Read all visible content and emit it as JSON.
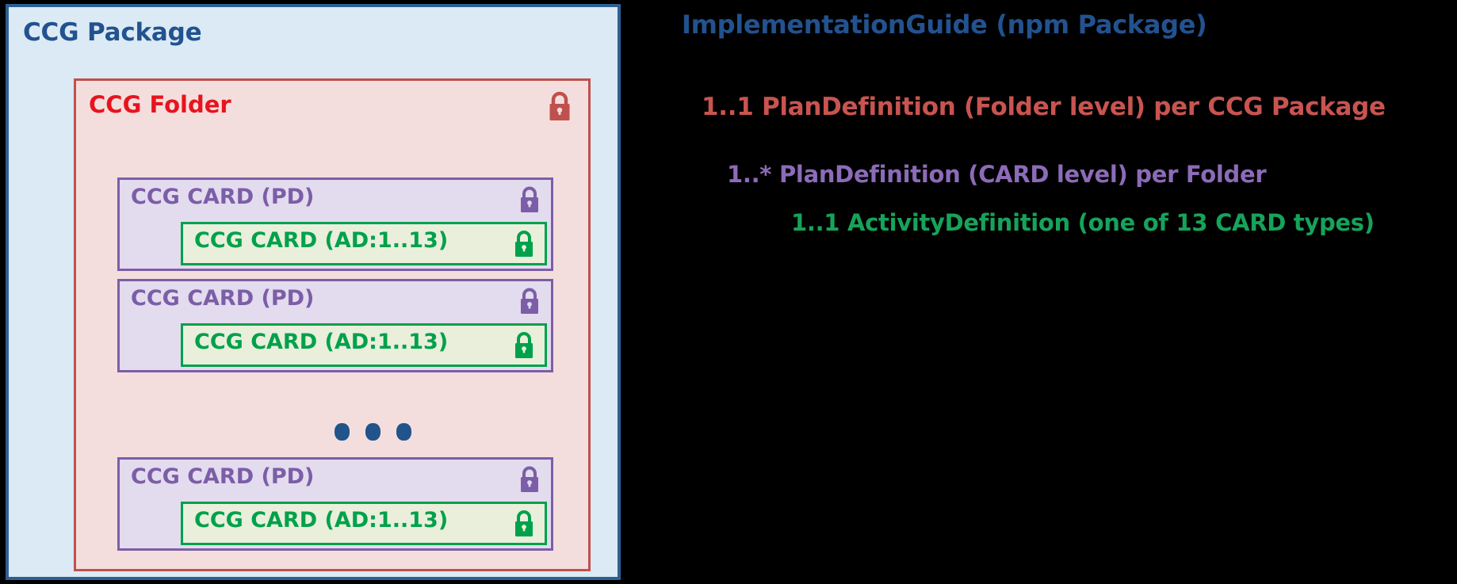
{
  "package": {
    "title": "CCG Package",
    "border_color": "#2e5f93",
    "background_color": "#dbeaf4",
    "title_color": "#22528f"
  },
  "folder": {
    "title": "CCG Folder",
    "lock_icon": "lock-icon",
    "border_color": "#c0504d",
    "background_color": "#f4dedd",
    "title_color": "#e8131d"
  },
  "cards": [
    {
      "pd_label": "CCG CARD (PD)",
      "pd_lock_icon": "lock-icon",
      "ad_label": "CCG CARD (AD:1..13)",
      "ad_lock_icon": "lock-icon"
    },
    {
      "pd_label": "CCG CARD (PD)",
      "pd_lock_icon": "lock-icon",
      "ad_label": "CCG CARD (AD:1..13)",
      "ad_lock_icon": "lock-icon"
    },
    {
      "pd_label": "CCG CARD (PD)",
      "pd_lock_icon": "lock-icon",
      "ad_label": "CCG CARD (AD:1..13)",
      "ad_lock_icon": "lock-icon"
    }
  ],
  "ellipsis": {
    "name": "ellipsis-dots",
    "count": 3,
    "color": "#20548a"
  },
  "card_colors": {
    "pd_border": "#7b5ea7",
    "pd_background": "#e3dbee",
    "pd_text": "#7b5ea7",
    "ad_border": "#00a14b",
    "ad_background": "#e9efdb",
    "ad_text": "#00a14b"
  },
  "legend": {
    "title": "ImplementationGuide (npm Package)",
    "folder_line": "1..1  PlanDefinition (Folder level) per CCG Package",
    "card_line": "1..*  PlanDefinition (CARD level) per Folder",
    "activity_line": "1..1  ActivityDefinition (one of 13 CARD types)",
    "title_color": "#22528f",
    "folder_color": "#c85450",
    "card_color": "#8c6bb8",
    "activity_color": "#16a35a",
    "background_color": "#000000"
  }
}
